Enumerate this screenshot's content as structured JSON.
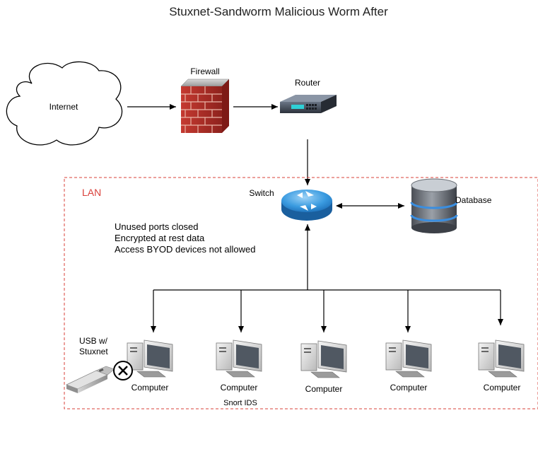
{
  "title": "Stuxnet-Sandworm Malicious Worm After",
  "colors": {
    "lan_border": "#d9403a",
    "lan_label": "#d9403a",
    "firewall_brick": "#b7322b",
    "switch_blue": "#2b8fd6",
    "database_ring": "#3a8ee0"
  },
  "nodes": {
    "internet": {
      "label": "Internet",
      "icon": "cloud-icon"
    },
    "firewall": {
      "label": "Firewall",
      "icon": "firewall-icon"
    },
    "router": {
      "label": "Router",
      "icon": "router-icon"
    },
    "switch": {
      "label": "Switch",
      "icon": "switch-icon"
    },
    "database": {
      "label": "Database",
      "icon": "database-icon"
    },
    "usb": {
      "label_line1": "USB w/",
      "label_line2": "Stuxnet",
      "icon": "usb-drive-icon",
      "blocked_icon": "blocked-x-icon"
    }
  },
  "lan": {
    "label": "LAN",
    "notes": [
      "Unused ports closed",
      "Encrypted at rest data",
      "Access BYOD devices not allowed"
    ]
  },
  "computers": [
    {
      "label": "Computer",
      "sublabel": ""
    },
    {
      "label": "Computer",
      "sublabel": "Snort IDS"
    },
    {
      "label": "Computer",
      "sublabel": ""
    },
    {
      "label": "Computer",
      "sublabel": ""
    },
    {
      "label": "Computer",
      "sublabel": ""
    }
  ]
}
